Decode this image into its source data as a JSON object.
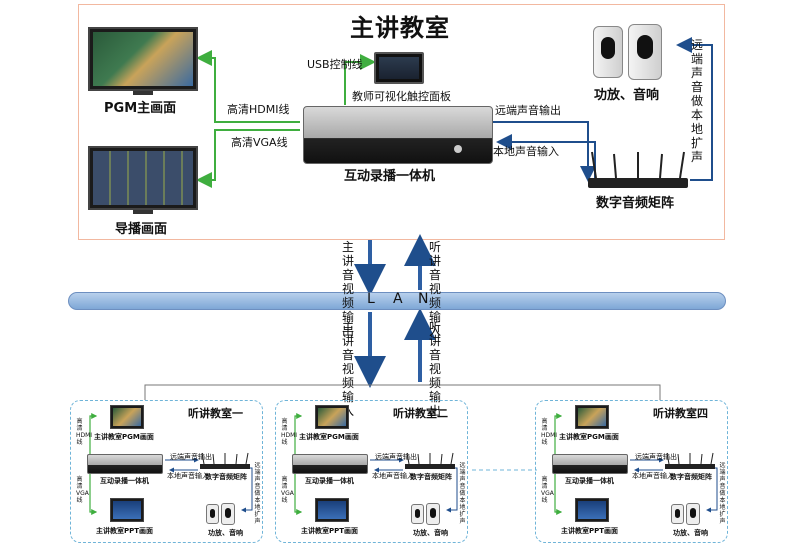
{
  "main": {
    "title": "主讲教室",
    "pgm_label": "PGM主画面",
    "director_label": "导播画面",
    "usb_label": "USB控制线",
    "panel_label": "教师可视化触控面板",
    "hdmi_label": "高清HDMI线",
    "vga_label": "高清VGA线",
    "recorder_label": "互动录播一体机",
    "remote_out_label": "远端声音输出",
    "local_in_label": "本地声音输入",
    "matrix_label": "数字音频矩阵",
    "speaker_label": "功放、音响",
    "amplify_label": "远端声音做本地扩声"
  },
  "lan": {
    "letters": [
      "L",
      "A",
      "N"
    ],
    "upper_left": "主讲音视频输出",
    "upper_right": "听讲音视频输入",
    "lower_left": "主讲音视频输入",
    "lower_right": "听讲音视频输出"
  },
  "subs": [
    {
      "title": "听讲教室一"
    },
    {
      "title": "听讲教室二"
    },
    {
      "title": "听讲教室四"
    }
  ],
  "sub_common": {
    "pgm_label": "主讲教室PGM画面",
    "ppt_label": "主讲教室PPT画面",
    "hdmi_v": "高清HDMI线",
    "vga_v": "高清VGA线",
    "recorder_label": "互动录播一体机",
    "matrix_label": "数字音频矩阵",
    "remote_out": "远端声音输出",
    "local_in": "本地声音输入",
    "speaker_label": "功放、音响",
    "amplify_v": "远端声音做本地扩声"
  },
  "colors": {
    "green_line": "#3fae3f",
    "blue_line": "#1f4e8c",
    "lan_arrow": "#2e5fa3",
    "box_border": "#f2b8a0",
    "dashed": "#6fb4d8"
  }
}
